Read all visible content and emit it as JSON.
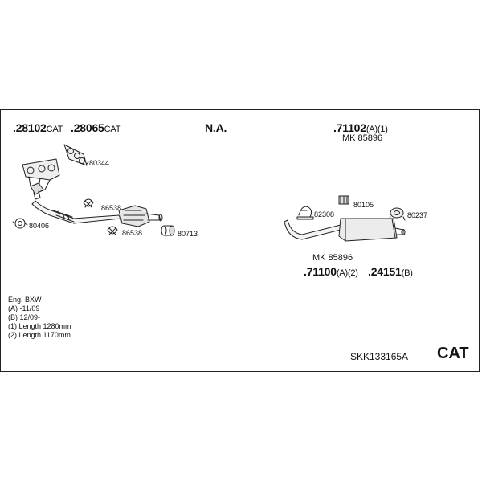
{
  "part_numbers": {
    "p1": {
      "code": ".28102",
      "suffix": "CAT"
    },
    "p2": {
      "code": ".28065",
      "suffix": "CAT"
    },
    "p3": {
      "code": "N.A.",
      "suffix": ""
    },
    "p4": {
      "code": ".71102",
      "suffix": "(A)(1)"
    },
    "p5": {
      "code": ".71100",
      "suffix": "(A)(2)"
    },
    "p6": {
      "code": ".24151",
      "suffix": "(B)"
    }
  },
  "mk_labels": {
    "top": "MK 85896",
    "bottom": "MK 85896"
  },
  "callouts": {
    "c80344": "80344",
    "c86538a": "86538",
    "c86538b": "86538",
    "c80406": "80406",
    "c80713": "80713",
    "c82308": "82308",
    "c80105": "80105",
    "c80237": "80237"
  },
  "notes": {
    "engine": "Eng. BXW",
    "a": "(A) -11/09",
    "b": "(B) 12/09-",
    "l1": "(1) Length 1280mm",
    "l2": "(2) Length 1170mm"
  },
  "kit_code": "SKK133165A",
  "cat_badge": "CAT"
}
